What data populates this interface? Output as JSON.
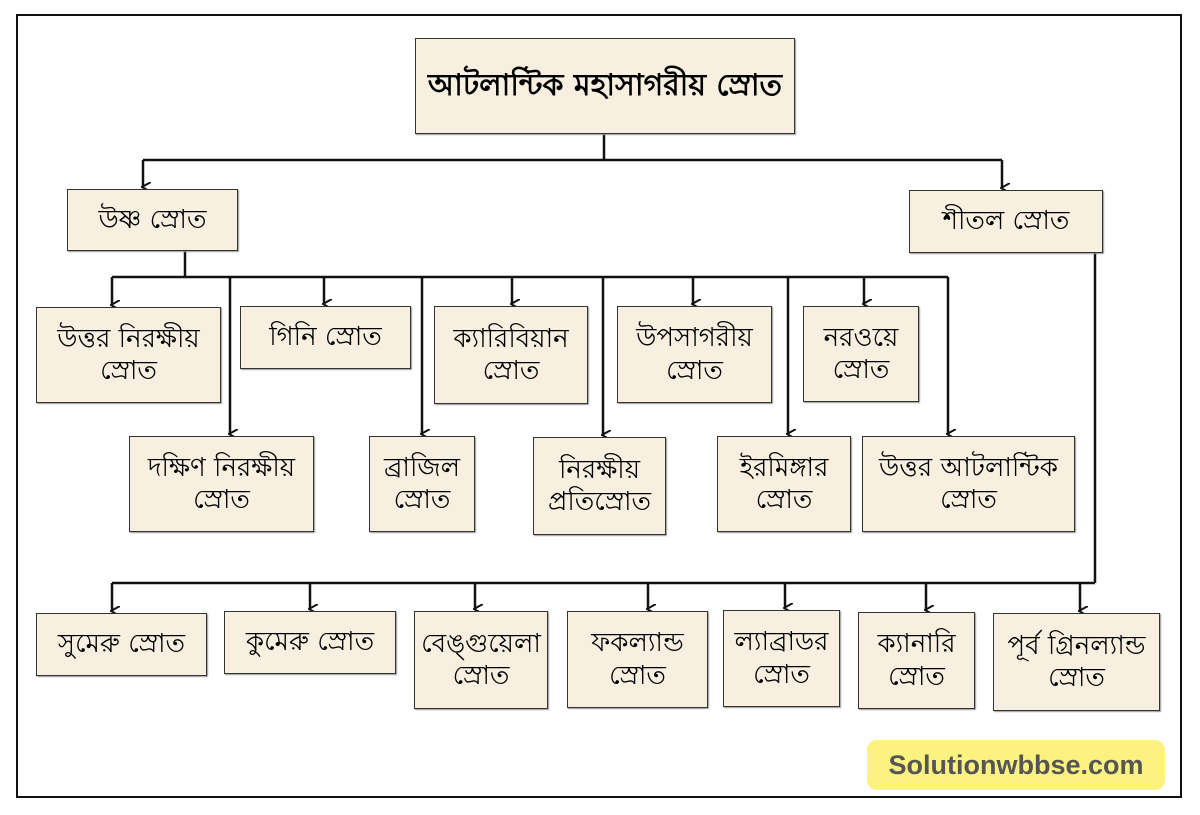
{
  "root": "আটলান্টিক মহাসাগরীয় স্রোত",
  "warm": {
    "label": "উষ্ণ স্রোত",
    "children": [
      "উত্তর নিরক্ষীয় স্রোত",
      "গিনি স্রোত",
      "ক্যারিবিয়ান স্রোত",
      "উপসাগরীয় স্রোত",
      "নরওয়ে স্রোত",
      "দক্ষিণ নিরক্ষীয় স্রোত",
      "ব্রাজিল স্রোত",
      "নিরক্ষীয় প্রতিস্রোত",
      "ইরমিঙ্গার স্রোত",
      "উত্তর আটলান্টিক স্রোত"
    ]
  },
  "cold": {
    "label": "শীতল স্রোত",
    "children": [
      "সুমেরু স্রোত",
      "কুমেরু স্রোত",
      "বেঙ্গুয়েলা স্রোত",
      "ফকল্যান্ড স্রোত",
      "ল্যাব্রাডর স্রোত",
      "ক্যানারি স্রোত",
      "পূর্ব গ্রিনল্যান্ড স্রোত"
    ]
  },
  "watermark": "Solutionwbbse.com"
}
